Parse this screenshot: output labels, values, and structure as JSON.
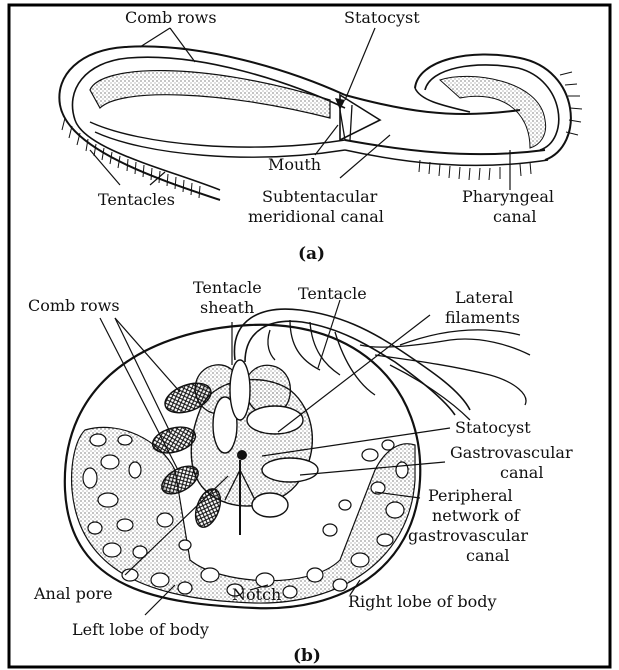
{
  "figure_a": {
    "caption": "(a)",
    "labels": {
      "comb_rows": "Comb rows",
      "statocyst": "Statocyst",
      "mouth": "Mouth",
      "tentacles": "Tentacles",
      "subtentacular_line1": "Subtentacular",
      "subtentacular_line2": "meridional canal",
      "pharyngeal_line1": "Pharyngeal",
      "pharyngeal_line2": "canal"
    }
  },
  "figure_b": {
    "caption": "(b)",
    "labels": {
      "comb_rows": "Comb rows",
      "tentacle_sheath_line1": "Tentacle",
      "tentacle_sheath_line2": "sheath",
      "tentacle": "Tentacle",
      "lateral_filaments_line1": "Lateral",
      "lateral_filaments_line2": "filaments",
      "statocyst": "Statocyst",
      "gastrovascular_line1": "Gastrovascular",
      "gastrovascular_line2": "canal",
      "peripheral_line1": "Peripheral",
      "peripheral_line2": "network of",
      "peripheral_line3": "gastrovascular",
      "peripheral_line4": "canal",
      "anal_pore": "Anal pore",
      "notch": "Notch",
      "right_lobe": "Right lobe of body",
      "left_lobe": "Left lobe of body"
    }
  },
  "colors": {
    "ink": "#111111",
    "border": "#000000",
    "background": "#ffffff"
  }
}
